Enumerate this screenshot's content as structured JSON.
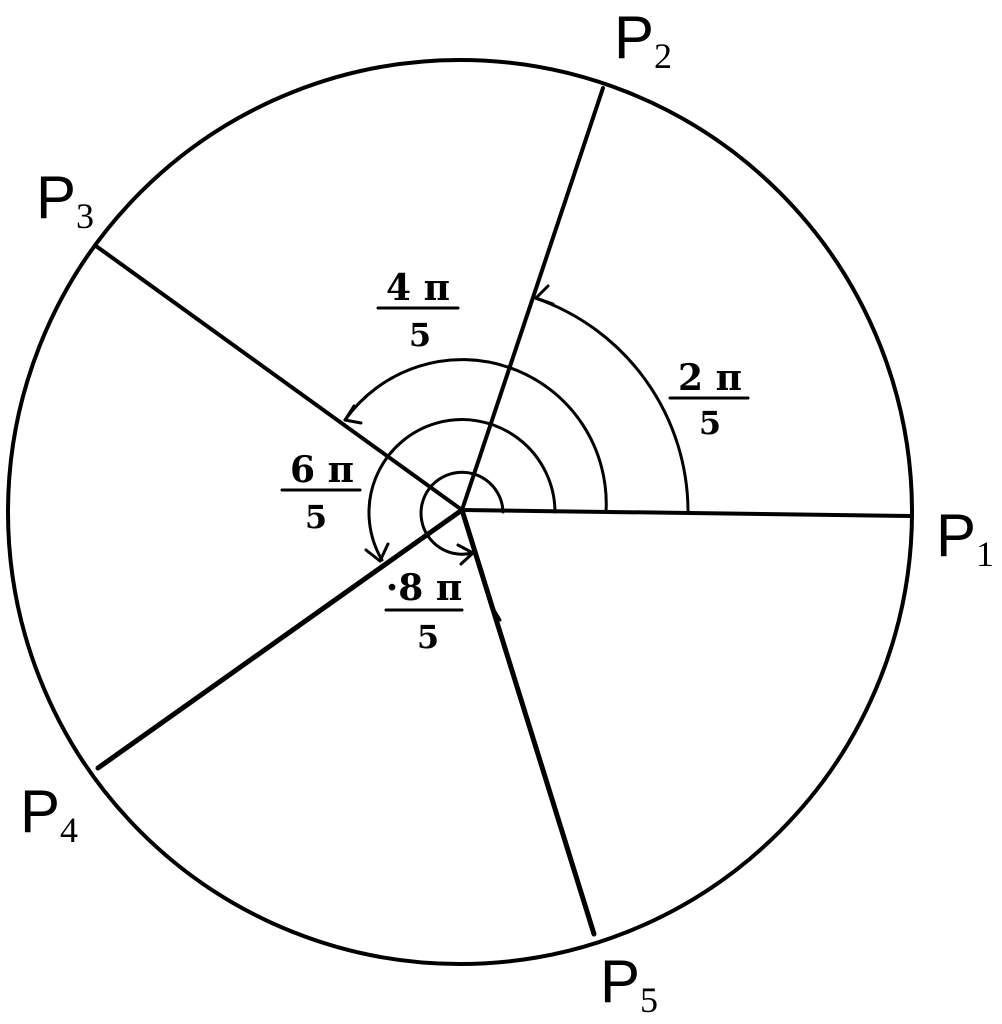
{
  "points": [
    {
      "id": "P1",
      "letter": "P",
      "sub": "1"
    },
    {
      "id": "P2",
      "letter": "P",
      "sub": "2"
    },
    {
      "id": "P3",
      "letter": "P",
      "sub": "3"
    },
    {
      "id": "P4",
      "letter": "P",
      "sub": "4"
    },
    {
      "id": "P5",
      "letter": "P",
      "sub": "5"
    }
  ],
  "angles": [
    {
      "id": "a1",
      "numerator": "2 π",
      "denominator": "5"
    },
    {
      "id": "a2",
      "numerator": "4 π",
      "denominator": "5"
    },
    {
      "id": "a3",
      "numerator": "6 π",
      "denominator": "5"
    },
    {
      "id": "a4",
      "numerator": "·8 π",
      "denominator": "5"
    }
  ],
  "colors": {
    "ink": "#000000",
    "background": "#ffffff"
  }
}
